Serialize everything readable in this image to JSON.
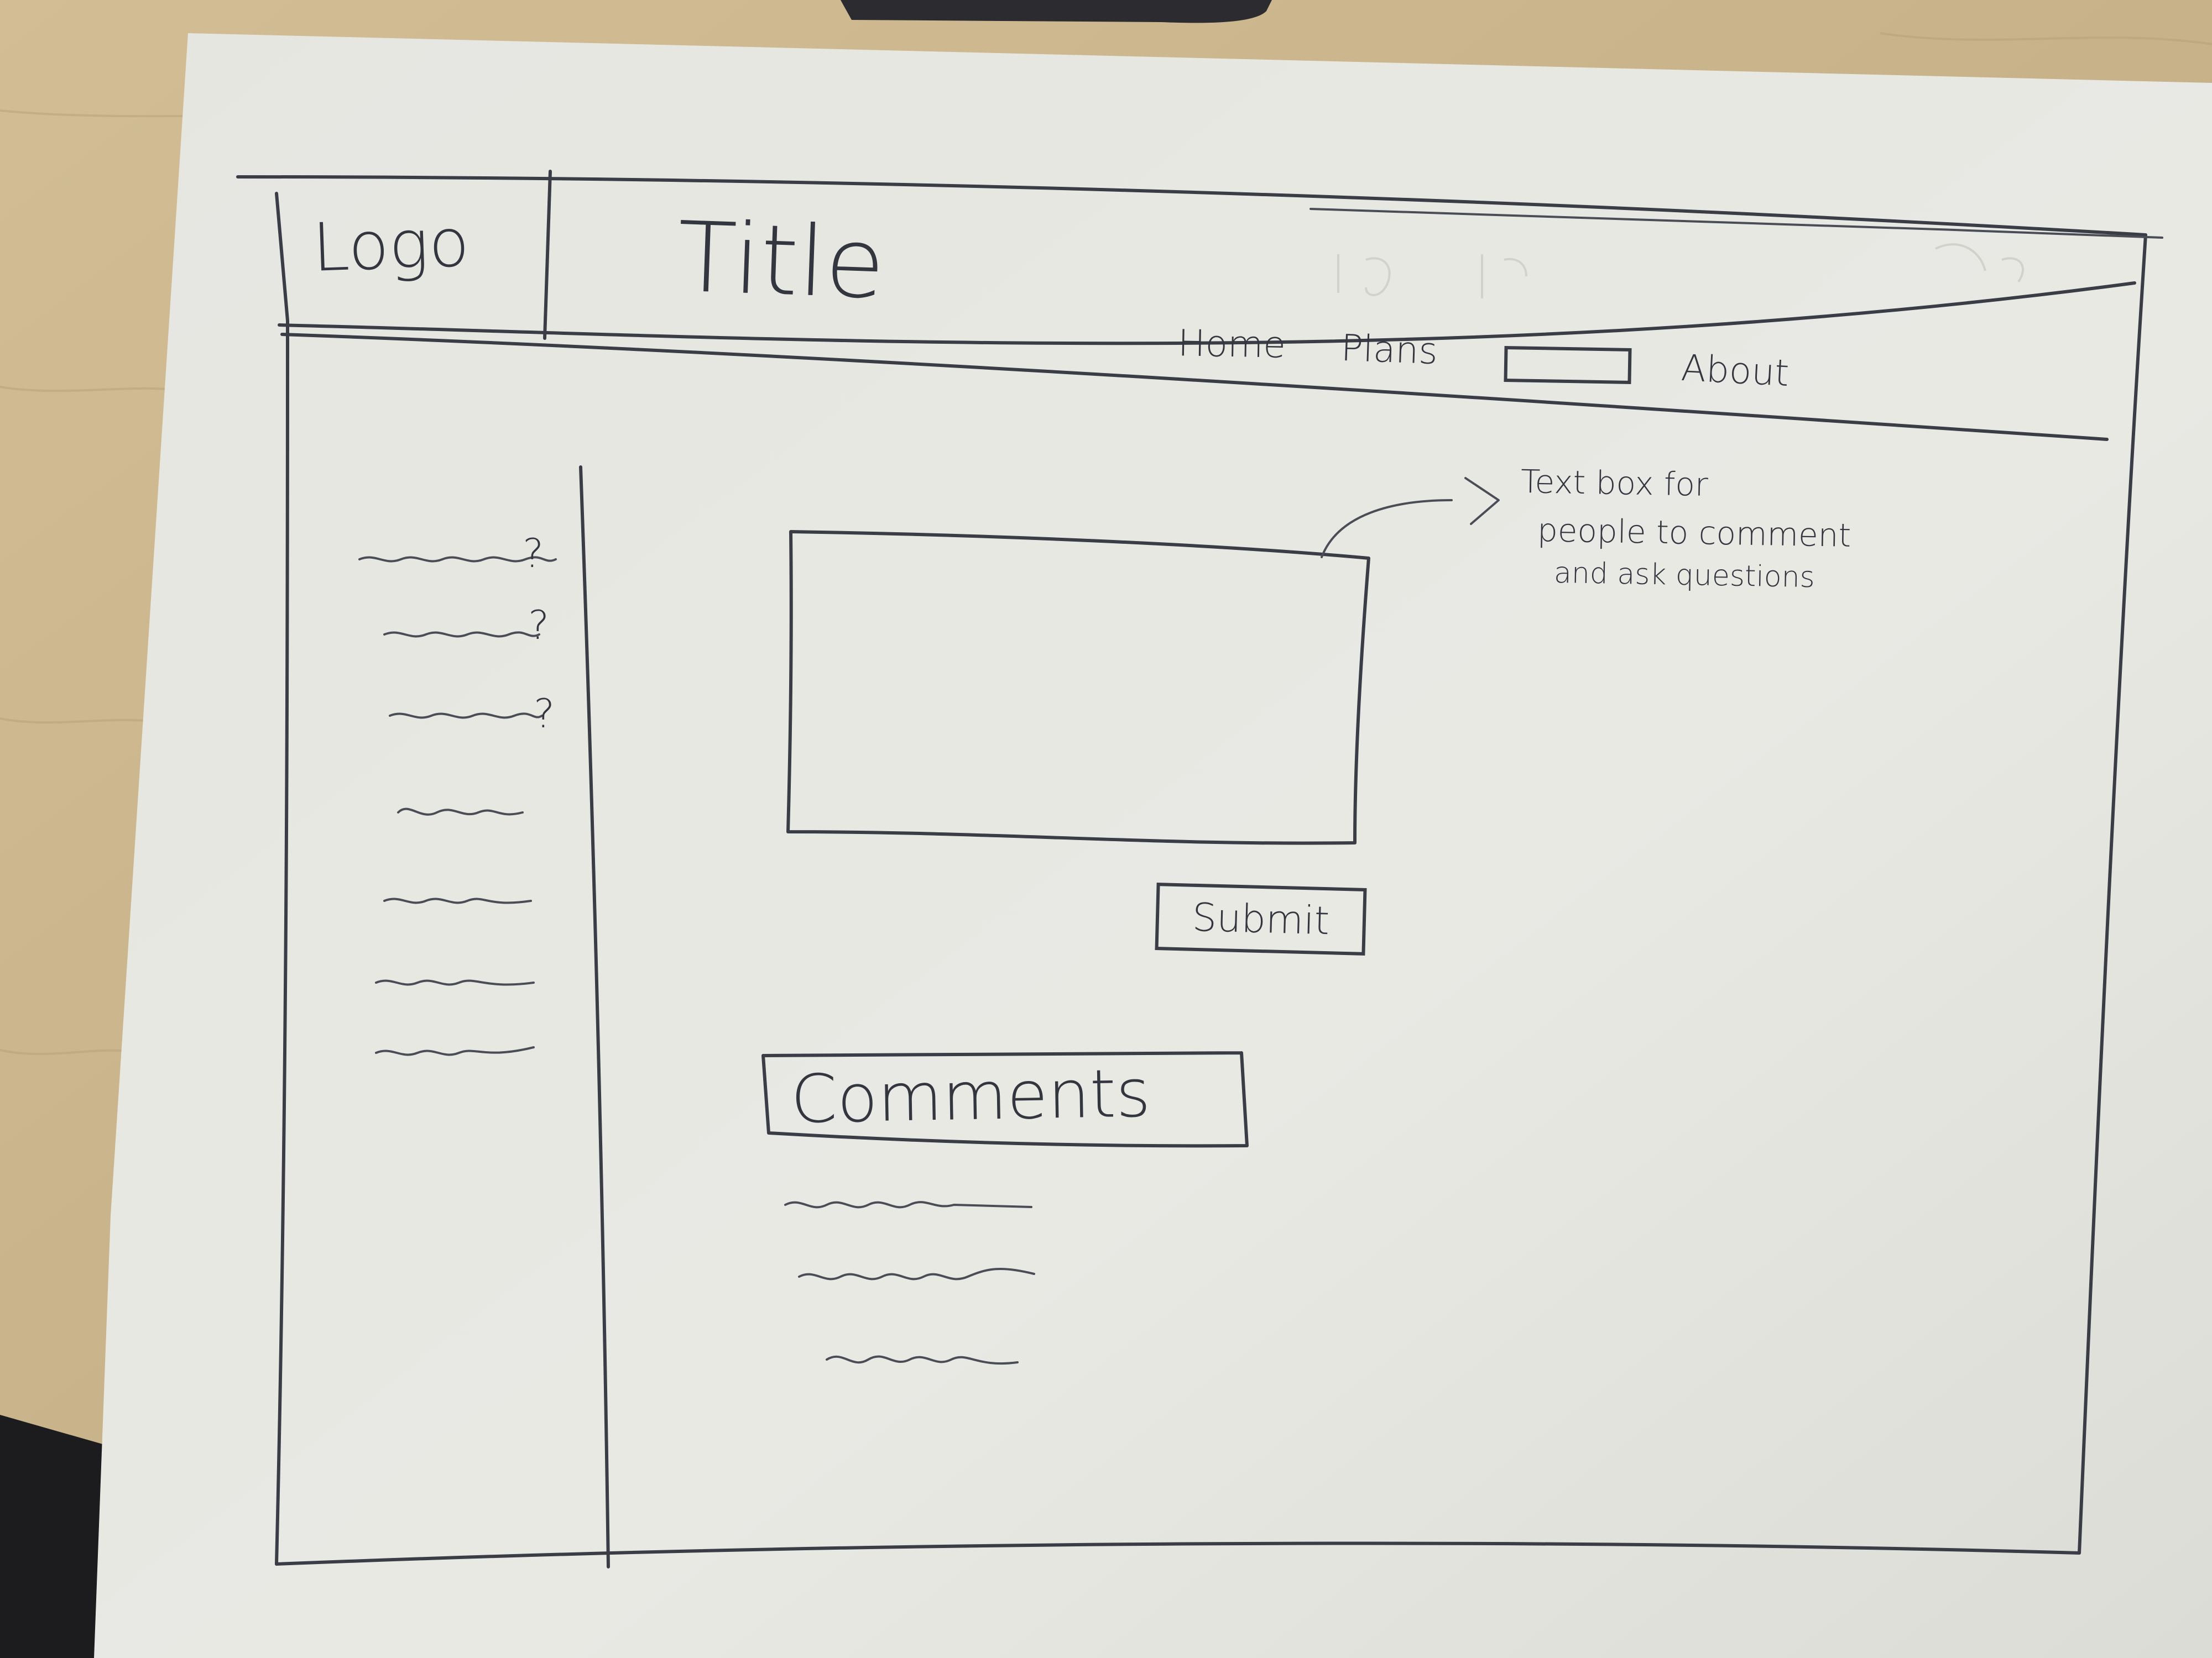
{
  "sketch": {
    "header": {
      "logo": "Logo",
      "title": "Title"
    },
    "nav": {
      "items": [
        {
          "label": "Home"
        },
        {
          "label": "Plans"
        },
        {
          "label": ""
        },
        {
          "label": "About"
        }
      ]
    },
    "sidebar": {
      "items": [
        {
          "mark": "?"
        },
        {
          "mark": "?"
        },
        {
          "mark": "?"
        },
        {
          "mark": ""
        },
        {
          "mark": ""
        },
        {
          "mark": ""
        },
        {
          "mark": ""
        }
      ]
    },
    "comment_form": {
      "annotation_lines": [
        "Text box for",
        "people to comment",
        "and ask questions"
      ],
      "submit_label": "Submit"
    },
    "comments": {
      "heading": "Comments",
      "item_count": 3
    }
  },
  "colors": {
    "desk": "#c9b48e",
    "paper": "#e7e7e2",
    "ink": "#3a3c46",
    "dark_corner": "#1c1c1e"
  }
}
